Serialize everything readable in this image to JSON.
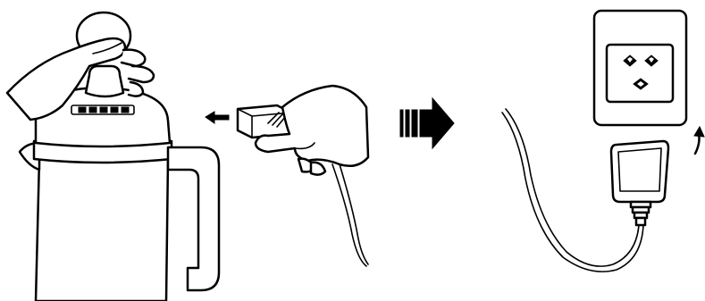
{
  "diagram": {
    "steps": [
      {
        "id": "step-1",
        "subject": "kettle-with-hand-pressing-lid"
      },
      {
        "id": "step-2",
        "subject": "hand-inserting-plug-into-kettle"
      },
      {
        "id": "step-3",
        "subject": "power-adapter-plugged-into-wall-outlet"
      }
    ],
    "icons": {
      "insert_arrow": "arrow-left-icon",
      "next_step_arrow": "arrow-right-icon",
      "rotate_arrow": "curved-arrow-up-icon"
    },
    "colors": {
      "ink": "#000000",
      "background": "#ffffff"
    }
  }
}
